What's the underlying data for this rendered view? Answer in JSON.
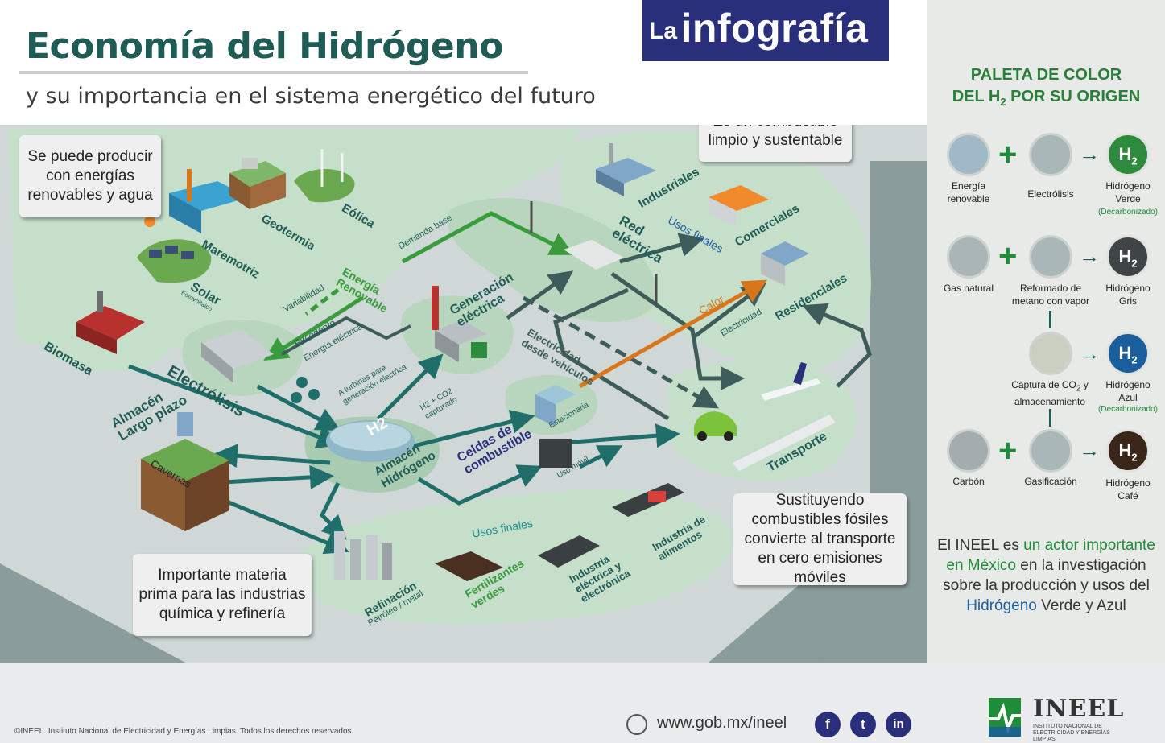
{
  "header": {
    "title": "Economía del Hidrógeno",
    "subtitle": "y su importancia en el sistema energético del futuro",
    "badge_la": "La",
    "badge_infografia": "infografía"
  },
  "callouts": {
    "produce": "Se puede producir con energías renovables y agua",
    "clean": "Es un combustible limpio y sustentable",
    "raw_material": "Importante materia prima para las industrias química y refinería",
    "transport": "Sustituyendo combustibles fósiles convierte al transporte en cero emisiones móviles"
  },
  "diagram": {
    "labels": {
      "maremotriz": "Maremotriz",
      "geotermia": "Geotermia",
      "eolica": "Eólica",
      "solar": "Solar",
      "fotovoltaico": "Fotovoltaico",
      "biomasa": "Biomasa",
      "electrolisis": "Electrólisis",
      "energia_renovable": "Energía Renovable",
      "variabilidad": "Variabilidad",
      "excedente": "Excedente",
      "energia_electrica": "Energía eléctrica",
      "demanda_base": "Demanda base",
      "generacion_electrica": "Generación eléctrica",
      "a_turbinas": "A turbinas para generación eléctrica",
      "h2_co2": "H2 + CO2 capturado",
      "red_electrica": "Red eléctrica",
      "usos_finales_top": "Usos finales",
      "industriales": "Industriales",
      "comerciales": "Comerciales",
      "residenciales": "Residenciales",
      "calor": "Calor",
      "electricidad_res": "Electricidad",
      "electricidad_vehiculos": "Electricidad desde vehículos",
      "estacionaria": "Estacionaria",
      "celdas": "Celdas de combustible",
      "uso_movil": "Uso móvil",
      "transporte": "Transporte",
      "almacen_hidrogeno": "Almacén Hidrógeno",
      "almacen_largo": "Almacén Largo plazo",
      "cavernas": "Cavernas",
      "h2_tank": "H2",
      "usos_finales_bottom": "Usos finales",
      "refinacion": "Refinación",
      "petroleo_metal": "Petróleo / metal",
      "fertilizantes": "Fertilizantes verdes",
      "industria_electrica": "Industria eléctrica y electrónica",
      "industria_alimentos": "Industria de alimentos"
    }
  },
  "palette": {
    "title_line1": "PALETA DE COLOR",
    "title_line2_prefix": "DEL H",
    "title_line2_sub": "2",
    "title_line2_suffix": " POR SU ORIGEN",
    "h2_symbol": "H",
    "h2_sub": "2",
    "plus_sign": "+",
    "arrow_sign": "→",
    "rows": {
      "verde": {
        "input": "Energía renovable",
        "process": "Electrólisis",
        "result": "Hidrógeno Verde",
        "note": "(Decarbonizado)",
        "color": "#2e8b3e"
      },
      "gris": {
        "input": "Gas natural",
        "process": "Reformado de metano con vapor",
        "result": "Hidrógeno Gris",
        "color": "#3f4446"
      },
      "azul": {
        "process_prefix": "Captura de CO",
        "process_sub": "2",
        "process_suffix": " y almacenamiento",
        "result": "Hidrógeno Azul",
        "note": "(Decarbonizado)",
        "color": "#1a5e9e"
      },
      "cafe": {
        "input": "Carbón",
        "process": "Gasificación",
        "result": "Hidrógeno Café",
        "color": "#3a2519"
      }
    },
    "statement": {
      "p1": "El INEEL es ",
      "p2": "un actor importante en México",
      "p3": " en la investigación sobre la producción y usos del ",
      "p4": "Hidrógeno",
      "p5": " Verde y Azul"
    }
  },
  "footer": {
    "copyright": "©INEEL. Instituto Nacional de Electricidad y Energías Limpias. Todos los derechos reservados",
    "website": "www.gob.mx/ineel",
    "social": {
      "facebook": "f",
      "twitter": "t",
      "linkedin": "in"
    },
    "org_name": "INEEL",
    "org_full": "INSTITUTO NACIONAL DE ELECTRICIDAD Y ENERGÍAS LIMPIAS"
  },
  "colors": {
    "title": "#1f5c55",
    "badge": "#2a2f7c",
    "arrow_teal": "#1f6e6a",
    "arrow_green": "#3a9b3c",
    "arrow_gray": "#3d5c5a",
    "arrow_orange": "#d9761a",
    "island": "#c8e0cc",
    "road": "#d4dcdb",
    "backdrop": "#8a9c9c"
  }
}
